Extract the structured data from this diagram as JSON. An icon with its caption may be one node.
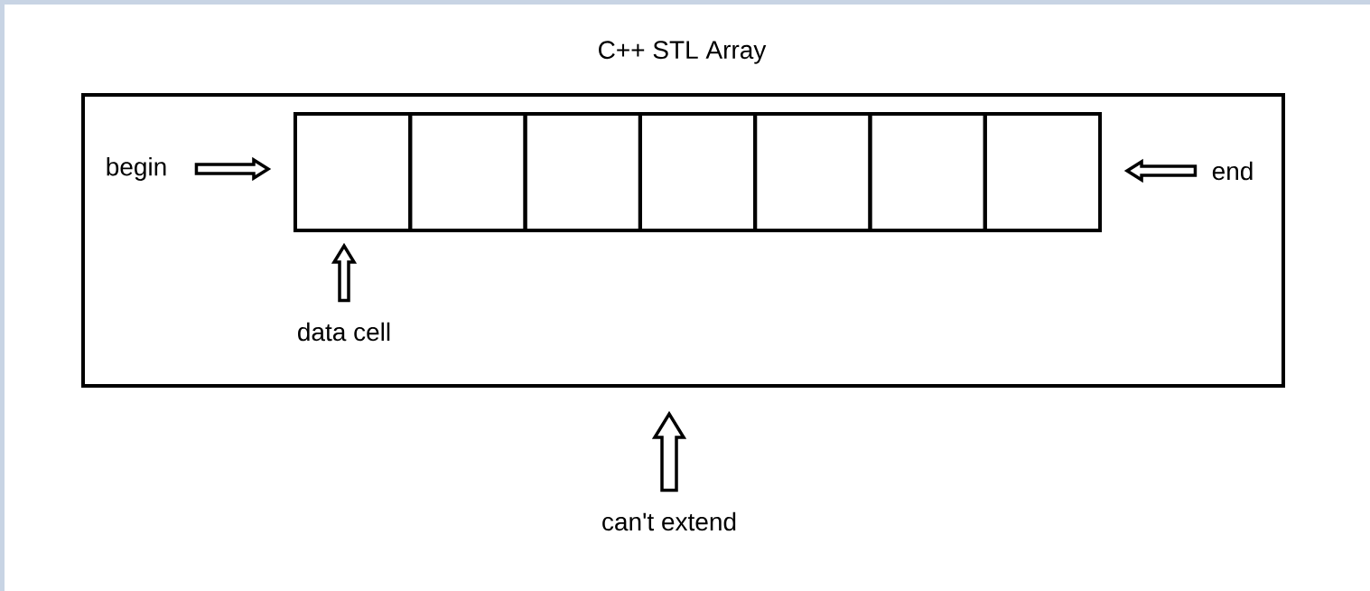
{
  "diagram": {
    "title": "C++ STL Array",
    "nodes": [
      {
        "text": [],
        "shape": "box"
      },
      {
        "text": [],
        "shape": "box",
        "in": 0
      },
      {
        "text": [],
        "shape": "box",
        "in": 0
      },
      {
        "text": [],
        "shape": "box",
        "in": 0
      },
      {
        "text": [],
        "shape": "box",
        "in": 0
      },
      {
        "text": [],
        "shape": "box",
        "in": 0
      },
      {
        "text": [],
        "shape": "box",
        "in": 0
      },
      {
        "text": [],
        "shape": "box",
        "in": 0
      },
      {
        "text": [
          "begin"
        ],
        "in": 0
      },
      {
        "text": [
          "end"
        ],
        "in": 0
      },
      {
        "text": [
          "data cell"
        ],
        "in": 0
      },
      {
        "text": [
          "can't extend"
        ]
      }
    ],
    "edges": [
      {
        "from": 8,
        "to": 1,
        "arrow": "to"
      },
      {
        "from": 9,
        "to": 7,
        "arrow": "to"
      },
      {
        "from": 10,
        "to": 1,
        "arrow": "to"
      },
      {
        "from": 11,
        "to": 0,
        "arrow": "to"
      }
    ]
  }
}
